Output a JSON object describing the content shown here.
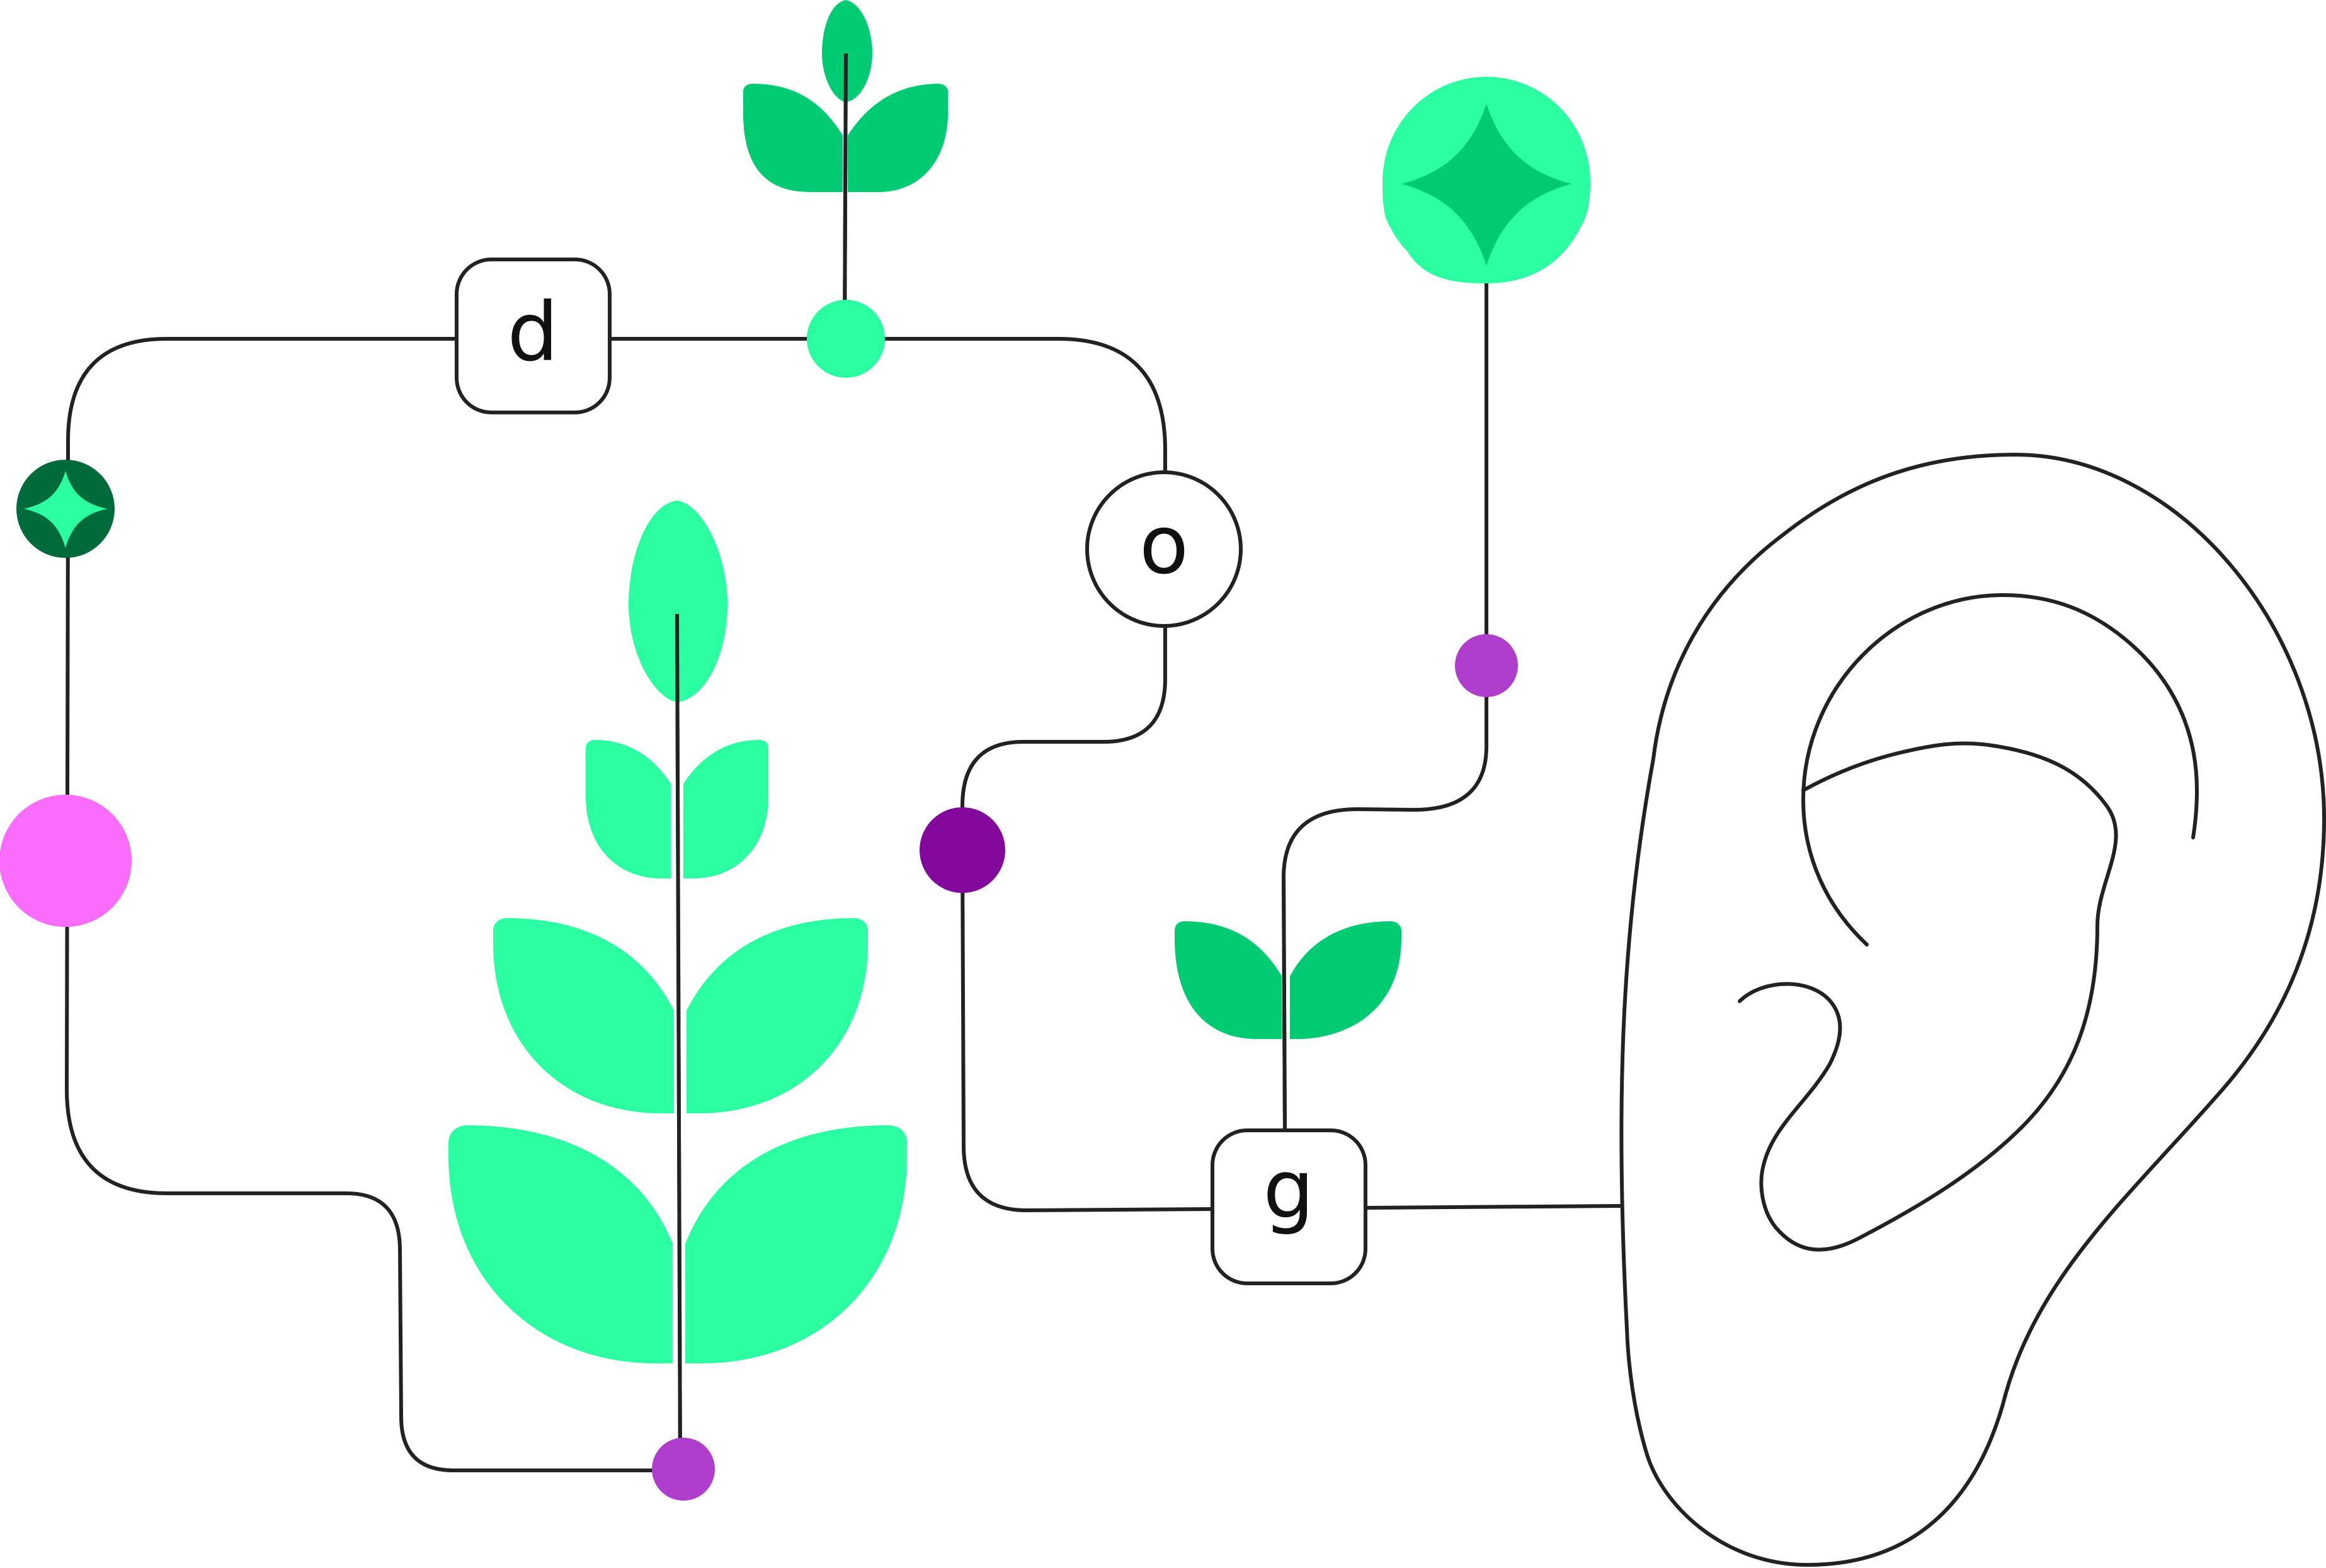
{
  "nodes": {
    "d": {
      "label": "d"
    },
    "o": {
      "label": "o"
    },
    "g": {
      "label": "g"
    }
  },
  "colors": {
    "line": "#222222",
    "mint": "#2BFEA0",
    "green": "#00CB72",
    "dark_green": "#006B3A",
    "pink": "#F86DFC",
    "purple": "#AE3ECB",
    "dark_purple": "#83089C",
    "white": "#FFFFFF"
  },
  "icons": {
    "plants": [
      "sprout-top-icon",
      "tall-plant-icon",
      "small-sprout-icon"
    ],
    "sparkles": [
      "sparkle-badge-large-icon",
      "sparkle-badge-small-icon"
    ],
    "ear": "ear-icon"
  }
}
